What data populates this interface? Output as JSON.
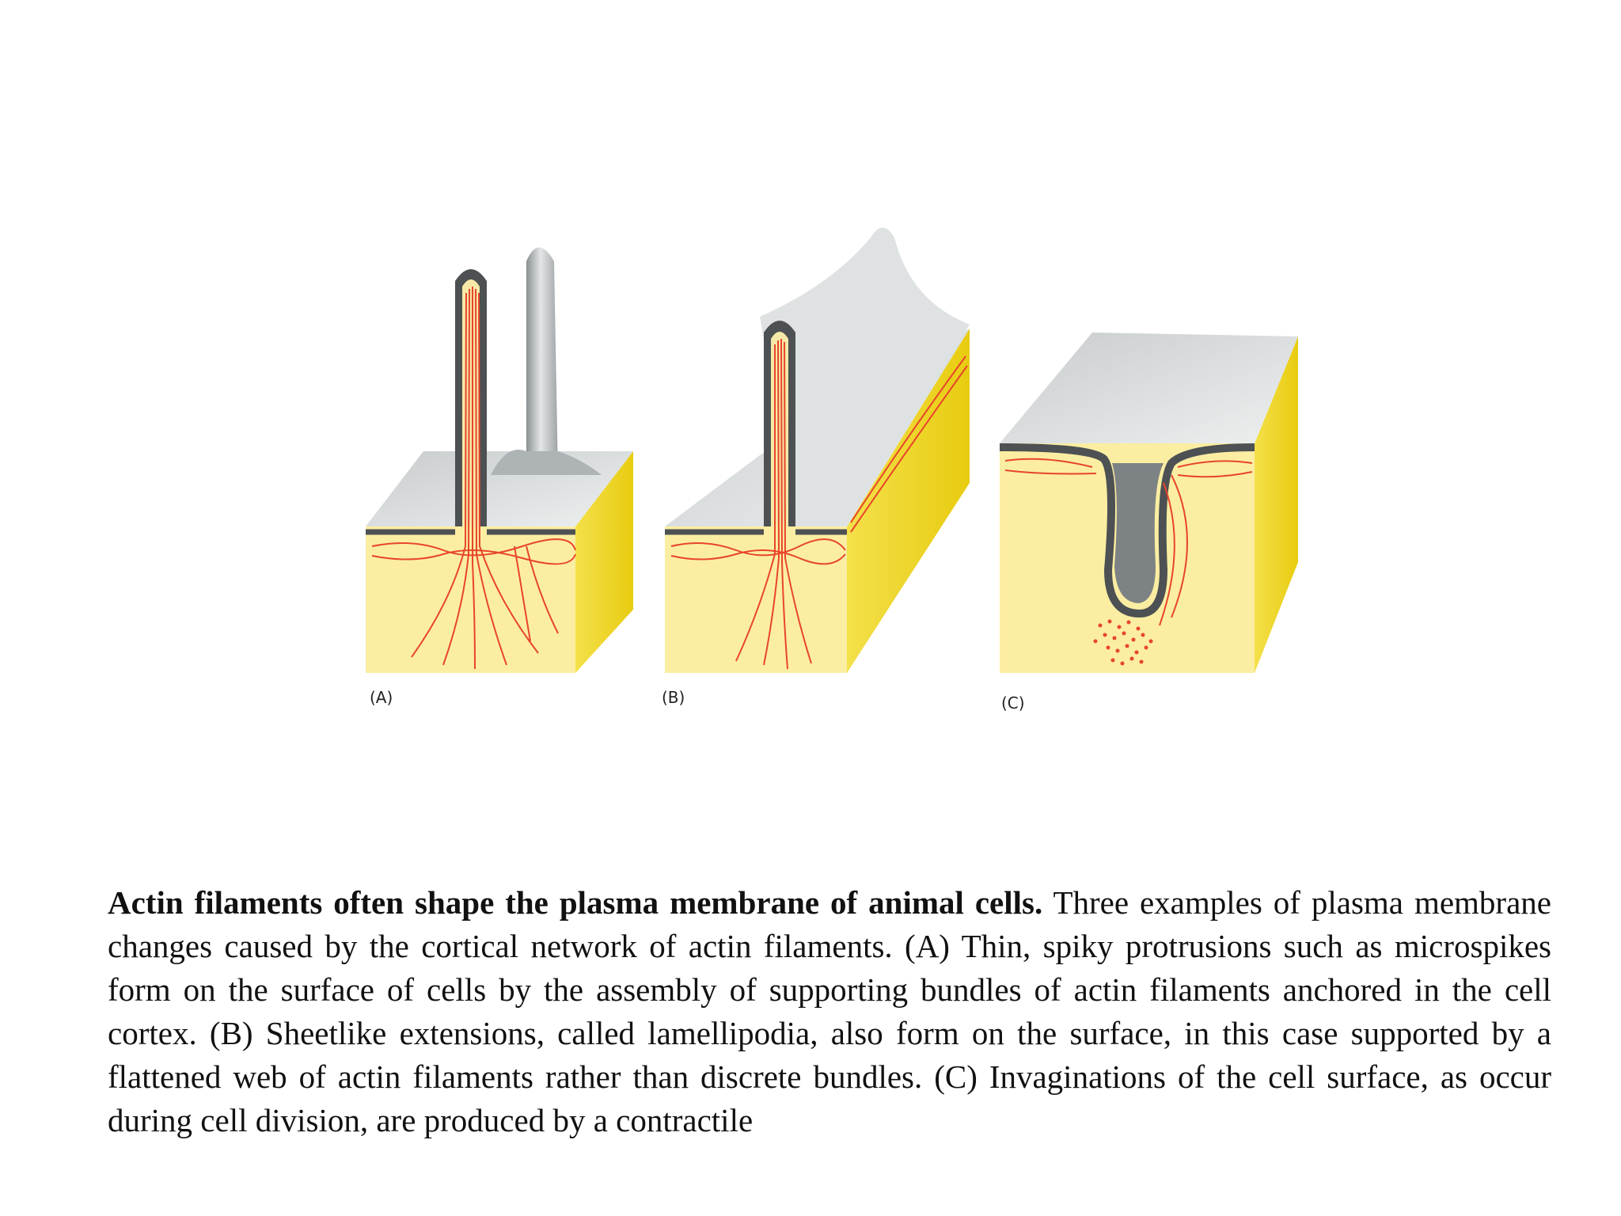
{
  "figure": {
    "panels": [
      {
        "label": "(A)"
      },
      {
        "label": "(B)"
      },
      {
        "label": "(C)"
      }
    ],
    "colors": {
      "cytoplasm": "#fbeea2",
      "side_face": "#f2dc2a",
      "membrane_light": "#d7dbdc",
      "membrane_dark": "#4d5153",
      "actin": "#e8452a"
    }
  },
  "caption": {
    "bold": "Actin filaments often shape the plasma membrane of animal cells.",
    "text": "Three examples of plasma membrane changes caused by the cortical network of actin filaments. (A) Thin, spiky protrusions such as microspikes form on the surface of cells by the assembly of supporting bundles of actin filaments anchored in the cell cortex. (B) Sheetlike extensions, called lamellipodia, also form on the surface, in this case supported by a flattened web of actin filaments rather than discrete bundles. (C) Invaginations of the cell surface, as occur during cell division, are produced by a contractile"
  }
}
